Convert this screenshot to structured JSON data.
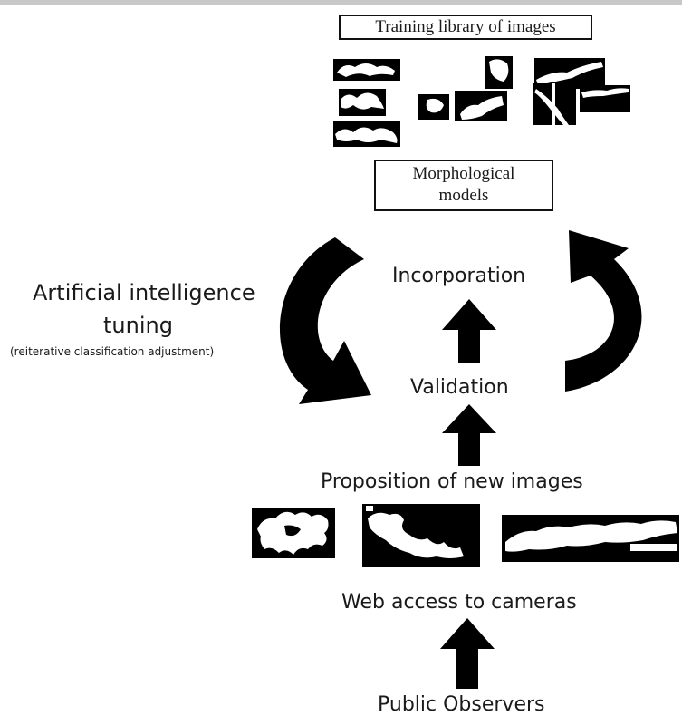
{
  "diagram": {
    "library_title": "Training library of  images",
    "models_line1": "Morphological",
    "models_line2": "models",
    "incorporation": "Incorporation",
    "validation": "Validation",
    "proposition": "Proposition of new images",
    "web_access": "Web access to cameras",
    "public_observers": "Public Observers",
    "ai_title": "Artificial intelligence",
    "ai_tuning": "tuning",
    "ai_subtitle": "(reiterative classification adjustment)"
  },
  "colors": {
    "ink": "#000000",
    "frame": "#c8c8c8",
    "background": "#ffffff"
  }
}
